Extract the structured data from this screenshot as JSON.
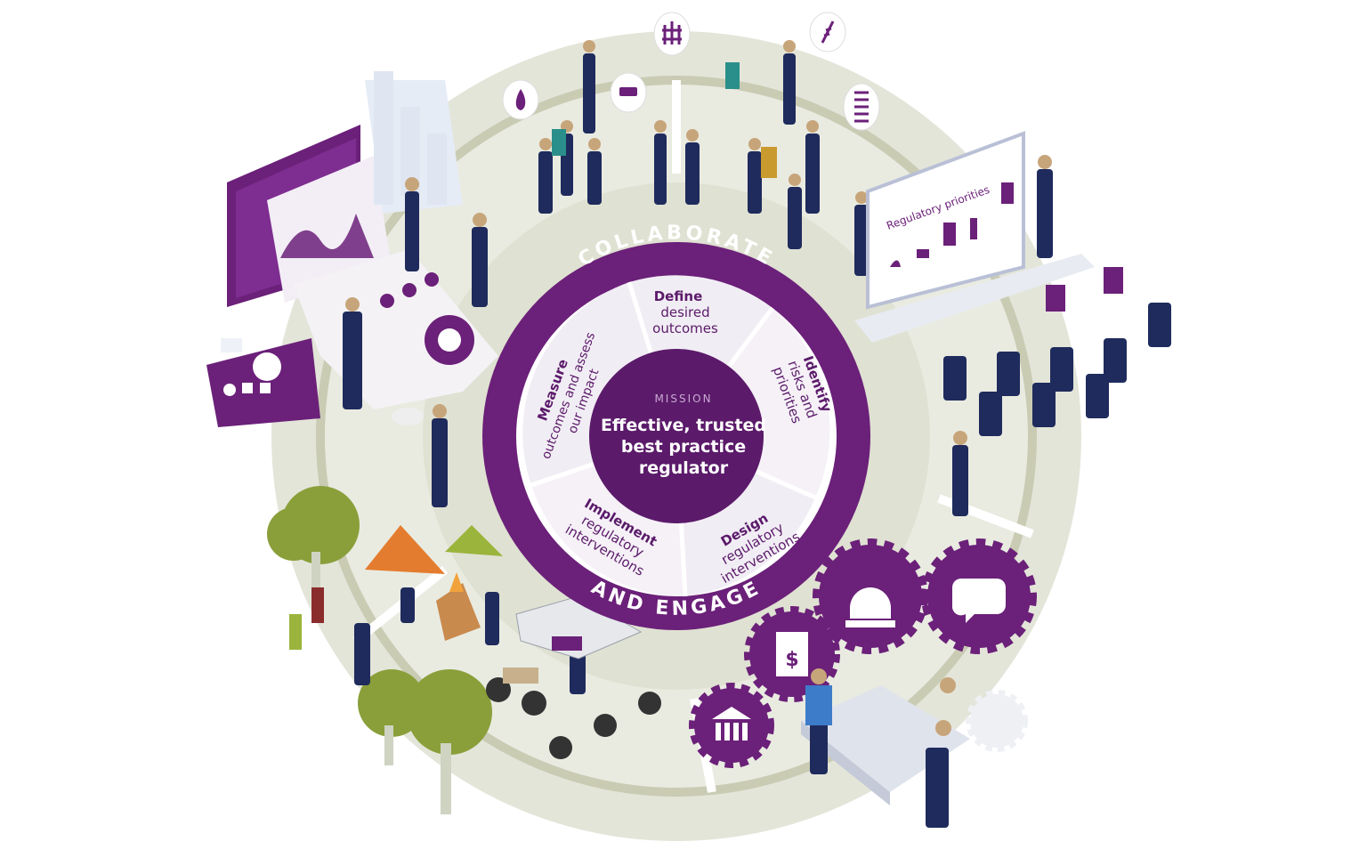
{
  "outer_ring": {
    "top_label": "COLLABORATE",
    "bottom_label": "AND ENGAGE"
  },
  "mission": {
    "kicker": "MISSION",
    "line1": "Effective, trusted",
    "line2": "best practice",
    "line3": "regulator"
  },
  "segments": [
    {
      "title": "Define",
      "line1": "desired",
      "line2": "outcomes"
    },
    {
      "title": "Identify",
      "line1": "risks and",
      "line2": "priorities"
    },
    {
      "title": "Design",
      "line1": "regulatory",
      "line2": "interventions"
    },
    {
      "title": "Implement",
      "line1": "regulatory",
      "line2": "interventions"
    },
    {
      "title": "Measure",
      "line1": "outcomes and assess",
      "line2": "our impact"
    }
  ],
  "board": {
    "title": "Regulatory priorities"
  },
  "icons": [
    "leaf-icon",
    "flame-icon",
    "chainsaw-icon",
    "fence-icon",
    "wheat-icon",
    "siren-icon",
    "smile-icon",
    "bank-icon",
    "invoice-dollar-icon"
  ],
  "colors": {
    "purple": "#6b2079",
    "purple_dark": "#4b1258",
    "ring": "#d9dccd",
    "ring_inner": "#bfc1a6",
    "navy": "#1f2b5c"
  }
}
